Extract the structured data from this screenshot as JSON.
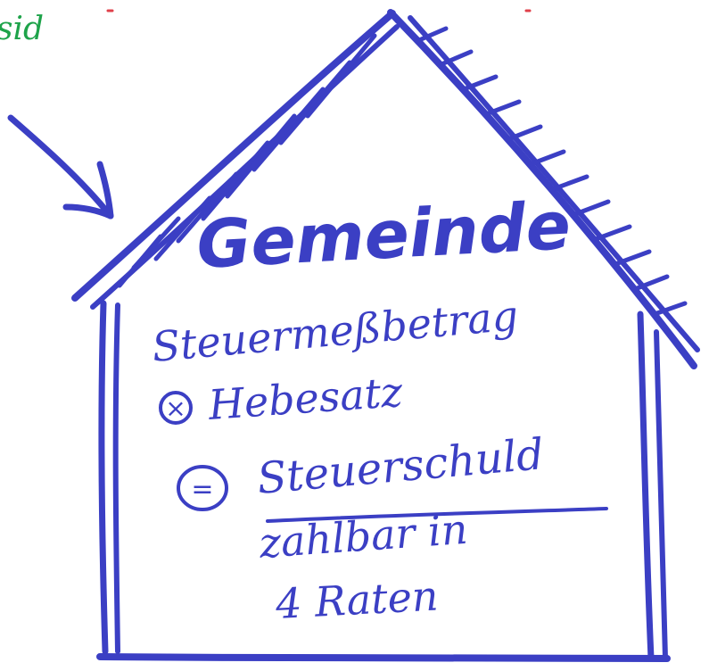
{
  "colors": {
    "ink_blue": "#3b3fc4",
    "ink_green": "#1ea34a",
    "ink_red": "#e0404a",
    "background": "#ffffff"
  },
  "corner_note": "sid",
  "house": {
    "title": "Gemeinde",
    "lines": {
      "line1": "Steuermeßbetrag",
      "operator1": "×",
      "line2": "Hebesatz",
      "operator2": "=",
      "line3": "Steuerschuld",
      "line4": "zahlbar in",
      "line5": "4 Raten"
    }
  },
  "icons": {
    "arrow": "arrow-down-right-icon",
    "house": "house-outline-icon",
    "multiply": "circled-times-icon",
    "equals": "circled-equals-icon"
  }
}
